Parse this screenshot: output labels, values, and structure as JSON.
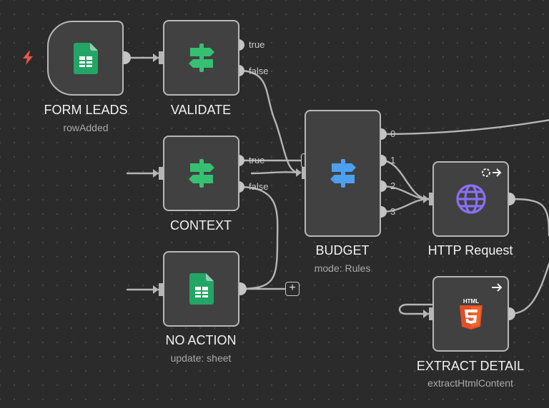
{
  "canvas": {
    "colors": {
      "wire": "#b5b5b5",
      "node_border": "#b8b8b8",
      "node_fill": "#414141",
      "trigger_bolt": "#e8584a"
    }
  },
  "nodes": {
    "form_leads": {
      "title": "FORM LEADS",
      "subtitle": "rowAdded",
      "icon": "google-sheets-icon"
    },
    "validate": {
      "title": "VALIDATE",
      "icon": "signpost-icon",
      "outputs": [
        "true",
        "false"
      ]
    },
    "context": {
      "title": "CONTEXT",
      "icon": "signpost-icon",
      "outputs": [
        "true",
        "false"
      ]
    },
    "no_action": {
      "title": "NO ACTION",
      "subtitle": "update: sheet",
      "icon": "google-sheets-icon"
    },
    "budget": {
      "title": "BUDGET",
      "subtitle": "mode: Rules",
      "icon": "signpost-icon",
      "outputs": [
        "0",
        "1",
        "2",
        "3"
      ]
    },
    "http_request": {
      "title": "HTTP Request",
      "icon": "globe-icon"
    },
    "extract_detail": {
      "title": "EXTRACT DETAIL",
      "subtitle": "extractHtmlContent",
      "icon": "html5-icon",
      "icon_text": "HTML"
    }
  },
  "add_button_symbol": "+"
}
